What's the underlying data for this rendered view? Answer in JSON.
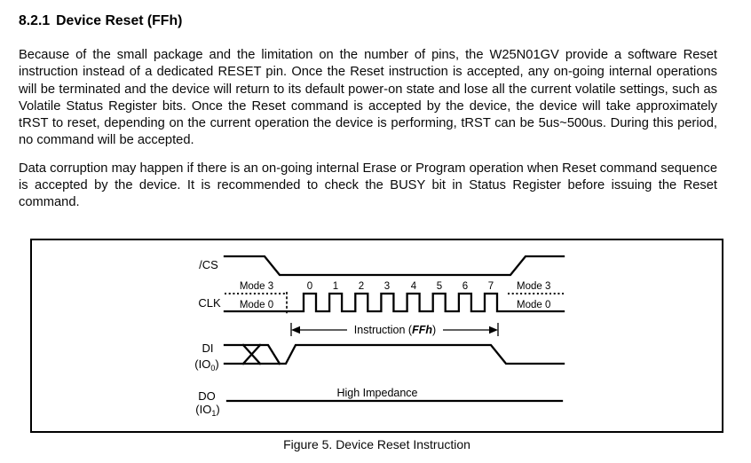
{
  "heading": {
    "number": "8.2.1",
    "title": "Device Reset (FFh)"
  },
  "paragraphs": {
    "p1": "Because of the small package and the limitation on the number of pins, the W25N01GV provide a software Reset instruction instead of a dedicated RESET pin. Once the Reset instruction is accepted, any on-going internal operations will be terminated and the device will return to its default power-on state and lose all the current volatile settings, such as Volatile Status Register bits. Once the Reset command is accepted by the device, the device will take approximately tRST to reset, depending on the current operation the device is performing, tRST can be 5us~500us. During this period, no command will be accepted.",
    "p2": "Data corruption may happen if there is an on-going internal Erase or Program operation when Reset command sequence is accepted by the device. It is recommended to check the BUSY bit in Status Register before issuing the Reset command."
  },
  "figure": {
    "caption": "Figure 5. Device Reset Instruction",
    "labels": {
      "cs": "/CS",
      "clk": "CLK",
      "di": "DI",
      "di_io_pre": "(IO",
      "di_io_sub": "0",
      "di_io_post": ")",
      "do": "DO",
      "do_io_pre": "(IO",
      "do_io_sub": "1",
      "do_io_post": ")",
      "mode3_left": "Mode 3",
      "mode0_left": "Mode 0",
      "mode3_right": "Mode 3",
      "mode0_right": "Mode 0",
      "instruction_pre": "Instruction (",
      "instruction_code": "FFh",
      "instruction_post": ")",
      "high_impedance": "High Impedance",
      "clock_numbers": [
        "0",
        "1",
        "2",
        "3",
        "4",
        "5",
        "6",
        "7"
      ]
    },
    "colors": {
      "ink": "#000000",
      "paper": "#ffffff"
    }
  }
}
